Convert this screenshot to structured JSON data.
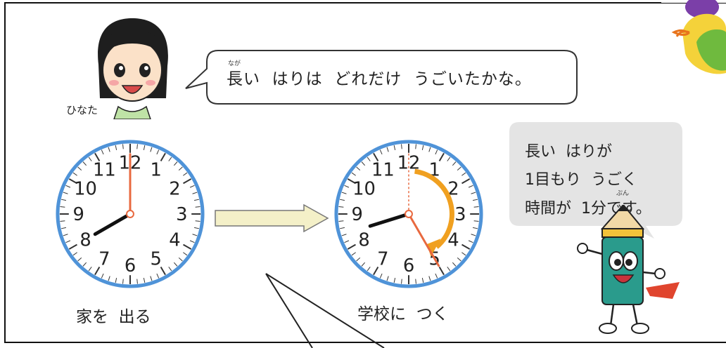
{
  "speaker_name": "ひなた",
  "question_bubble": {
    "ruby": "なが",
    "text": "長い  はりは  どれだけ  うごいたかな。"
  },
  "clocks": [
    {
      "caption": "家を  出る",
      "time": "8:00",
      "hour_hand_hours": 8.0,
      "minute_hand_minutes": 0
    },
    {
      "caption": "学校に  つく",
      "time": "8:25",
      "hour_hand_hours": 8.42,
      "minute_hand_minutes": 25
    }
  ],
  "clock_numbers": [
    "12",
    "1",
    "2",
    "3",
    "4",
    "5",
    "6",
    "7",
    "8",
    "9",
    "10",
    "11"
  ],
  "explanation_bubble": {
    "line1": "長い  はりが",
    "line2": "1目もり  うごく",
    "line3": "時間が  1分です。",
    "ruby": "ぷん"
  },
  "colors": {
    "clock_rim": "#4f93d8",
    "minute_hand": "#e8693f",
    "hour_hand": "#111111",
    "motion_arrow": "#f0a020",
    "bubble_gray": "#e4e4e4",
    "transition_arrow": "#f4f0c8"
  },
  "icons": [
    "girl-character",
    "pencil-mascot",
    "leaf-decoration"
  ]
}
